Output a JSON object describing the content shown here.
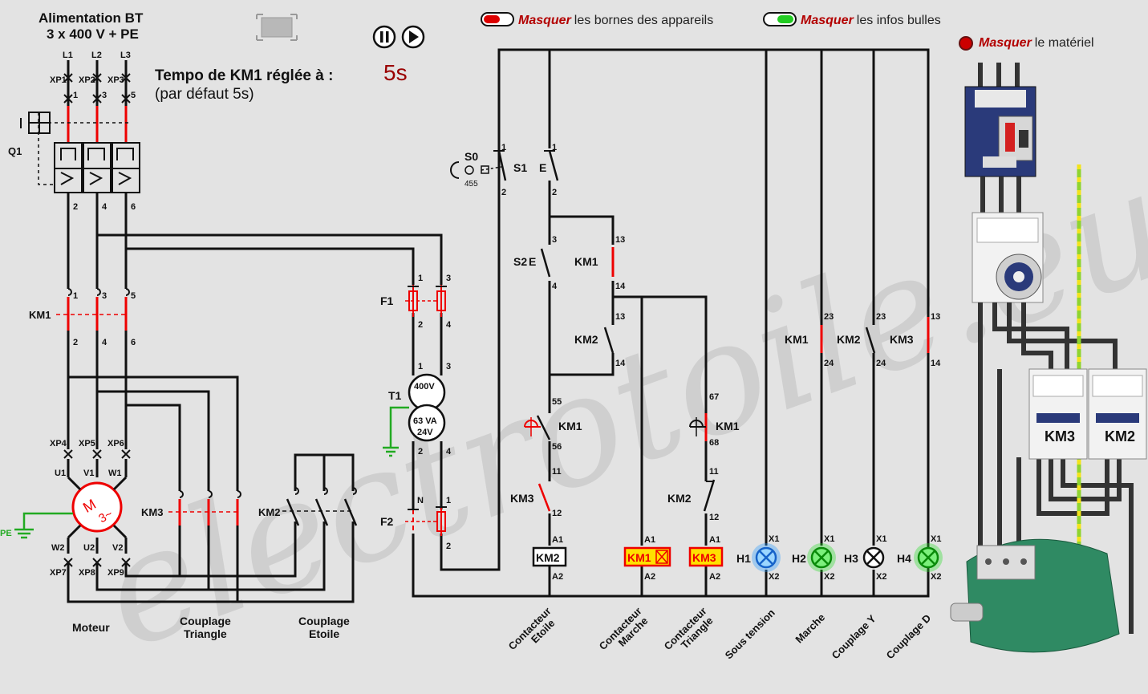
{
  "header": {
    "supply_title": "Alimentation BT",
    "supply_sub": "3 x 400 V + PE",
    "tempo_label": "Tempo de KM1 réglée à :",
    "tempo_default": "(par défaut 5s)",
    "tempo_value": "5s"
  },
  "toggles": {
    "masquer": "Masquer",
    "bornes_suffix": "les bornes des appareils",
    "bulles_suffix": "les infos bulles",
    "materiel_suffix": "le matériel"
  },
  "watermark": "electrotoile.eu",
  "power": {
    "phases": [
      "L1",
      "L2",
      "L3"
    ],
    "xp_top": [
      "XP1",
      "XP2",
      "XP3"
    ],
    "q1": "Q1",
    "q1_top": [
      "1",
      "3",
      "5"
    ],
    "q1_bot": [
      "2",
      "4",
      "6"
    ],
    "km1": "KM1",
    "km1_top": [
      "1",
      "3",
      "5"
    ],
    "km1_bot": [
      "2",
      "4",
      "6"
    ],
    "xp_mid": [
      "XP4",
      "XP5",
      "XP6"
    ],
    "u1": "U1",
    "v1": "V1",
    "w1": "W1",
    "w2": "W2",
    "u2": "U2",
    "v2": "V2",
    "xp_bot": [
      "XP7",
      "XP8",
      "XP9"
    ],
    "motor_m": "M",
    "motor_3": "3~",
    "pe": "PE",
    "km3": "KM3",
    "km2": "KM2",
    "moteur": "Moteur",
    "couplage_triangle": [
      "Couplage",
      "Triangle"
    ],
    "couplage_etoile": [
      "Couplage",
      "Etoile"
    ]
  },
  "transfo": {
    "f1": "F1",
    "f2": "F2",
    "t1": "T1",
    "prim": "400V",
    "sec_va": "63 VA",
    "sec_v": "24V",
    "f1_pins": [
      "1",
      "3",
      "2",
      "4"
    ],
    "t1_pins": [
      "1",
      "3",
      "2",
      "4"
    ],
    "f2_pins": [
      "N",
      "1",
      "2"
    ]
  },
  "control": {
    "s0": "S0",
    "s0_num": "455",
    "s1": "S1",
    "s1_e": "E",
    "s2": "S2",
    "s2_e": "E",
    "km1": "KM1",
    "km2": "KM2",
    "km3": "KM3",
    "pins": {
      "p1": "1",
      "p2": "2",
      "p3": "3",
      "p4": "4",
      "p13": "13",
      "p14": "14",
      "p23": "23",
      "p24": "24",
      "p55": "55",
      "p56": "56",
      "p67": "67",
      "p68": "68",
      "p11": "11",
      "p12": "12",
      "a1": "A1",
      "a2": "A2",
      "x1": "X1",
      "x2": "X2"
    },
    "h1": "H1",
    "h2": "H2",
    "h3": "H3",
    "h4": "H4",
    "bottom_labels": [
      [
        "Contacteur",
        "Etoile"
      ],
      [
        "Contacteur",
        "Marche"
      ],
      [
        "Contacteur",
        "Triangle"
      ],
      [
        "Sous tension"
      ],
      [
        "Marche"
      ],
      [
        "Couplage Y"
      ],
      [
        "Couplage D"
      ]
    ]
  },
  "hardware": {
    "km3": "KM3",
    "km2": "KM2"
  },
  "colors": {
    "wire": "#111111",
    "highlight": "#e00000",
    "lamp_green": "#22dd22",
    "lamp_blue": "#2299ff",
    "coil_yellow": "#ffe000",
    "tempo_red": "#9a0000"
  }
}
